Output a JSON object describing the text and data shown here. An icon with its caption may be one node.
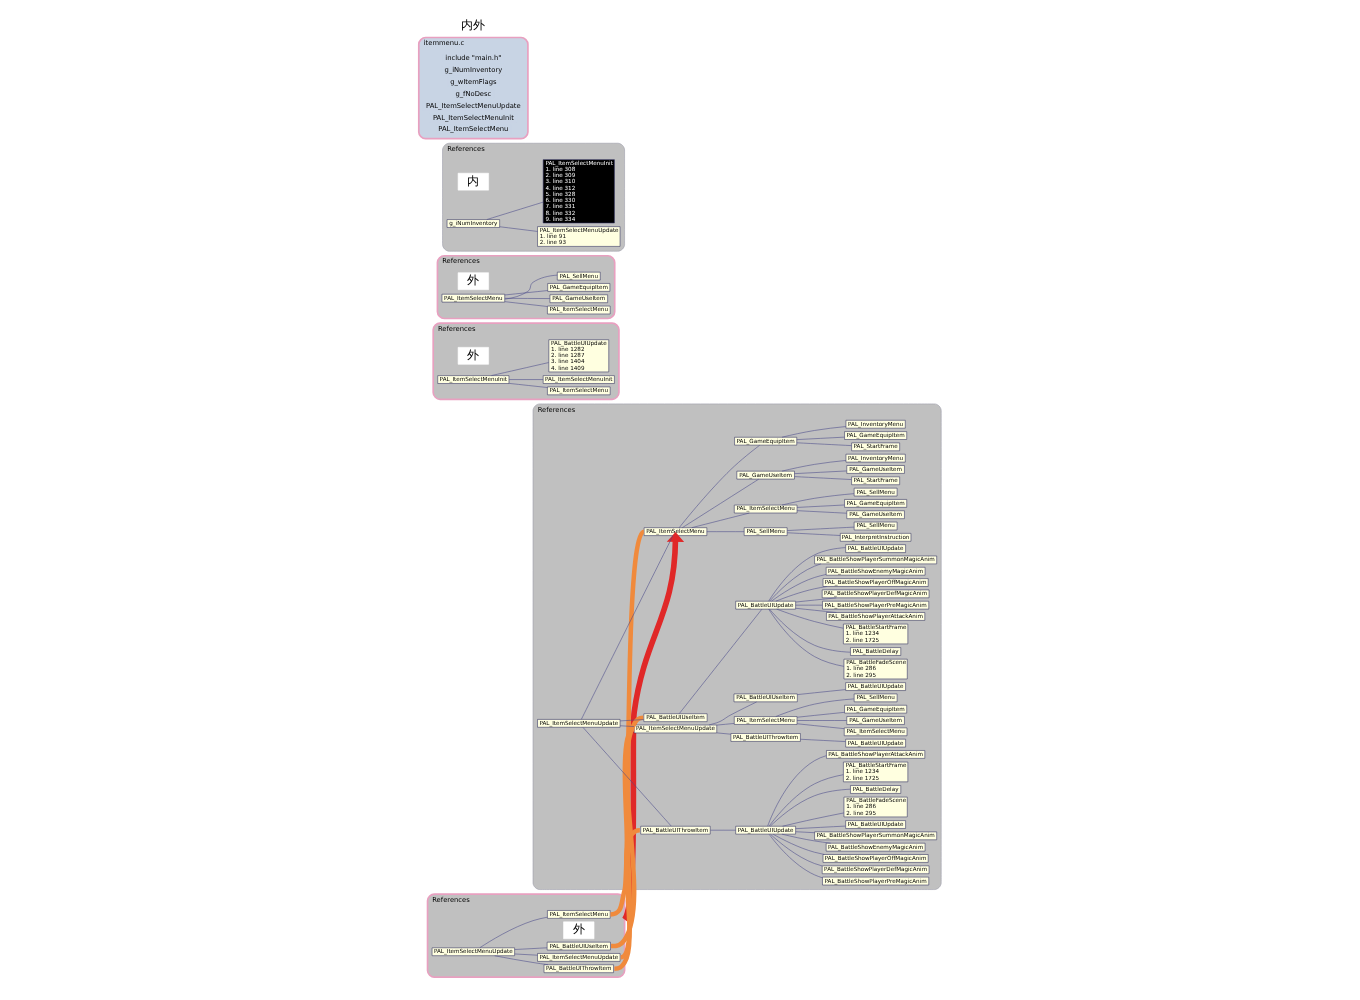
{
  "diagram": {
    "nodes": [
      {
        "text": [
          "References"
        ]
      },
      {
        "text": [
          "外"
        ],
        "in": 0
      },
      {
        "text": [
          "PAL_ItemSelectMenuUpdate"
        ],
        "in": 0
      },
      {
        "text": [
          "PAL_ItemSelectMenu"
        ],
        "in": 0
      },
      {
        "text": [
          "PAL_ItemSelectMenuUpdate"
        ],
        "in": 0
      },
      {
        "text": [
          "PAL_BattleUIUseItem"
        ],
        "in": 0
      },
      {
        "text": [
          "PAL_BattleUIThrowItem"
        ],
        "in": 0
      },
      {
        "text": [
          "References"
        ]
      },
      {
        "text": [
          "外"
        ],
        "in": 7
      },
      {
        "text": [
          "PAL_ItemSelectMenuInit"
        ],
        "in": 7
      },
      {
        "text": [
          "PAL_ItemSelectMenu"
        ],
        "in": 7
      },
      {
        "text": [
          "PAL_ItemSelectMenuInit"
        ],
        "in": 7
      },
      {
        "text": [
          "PAL_BattleUIUpdate",
          "1. line 1282",
          "2. line 1287",
          "3. line 1404",
          "4. line 1409"
        ],
        "in": 7
      },
      {
        "text": [
          "References"
        ]
      },
      {
        "text": [
          "外"
        ],
        "in": 13
      },
      {
        "text": [
          "PAL_ItemSelectMenu"
        ],
        "in": 13
      },
      {
        "text": [
          "PAL_ItemSelectMenu"
        ],
        "in": 13
      },
      {
        "text": [
          "PAL_GameUseItem"
        ],
        "in": 13
      },
      {
        "text": [
          "PAL_GameEquipItem"
        ],
        "in": 13
      },
      {
        "text": [
          "PAL_SellMenu"
        ],
        "in": 13
      },
      {
        "text": [
          "References"
        ]
      },
      {
        "text": [
          "内"
        ],
        "in": 20
      },
      {
        "text": [
          "g_iNumInventory"
        ],
        "in": 20
      },
      {
        "text": [
          "PAL_ItemSelectMenuUpdate",
          "1. line 91",
          "2. line 93"
        ],
        "in": 20
      },
      {
        "text": [
          "PAL_ItemSelectMenuInit",
          "1. line 308",
          "2. line 309",
          "3. line 310",
          "4. line 312",
          "5. line 328",
          "6. line 330",
          "7. line 331",
          "8. line 332",
          "9. line 334"
        ],
        "in": 20
      },
      {
        "text": [
          "References"
        ]
      },
      {
        "text": [
          "PAL_ItemSelectMenuUpdate"
        ],
        "in": 25
      },
      {
        "text": [
          "PAL_ItemSelectMenu"
        ],
        "in": 25
      },
      {
        "text": [
          "PAL_ItemSelectMenu"
        ],
        "in": 25
      },
      {
        "text": [
          "PAL_GameUseItem"
        ],
        "in": 25
      },
      {
        "text": [
          "PAL_GameEquipItem"
        ],
        "in": 25
      },
      {
        "text": [
          "PAL_SellMenu"
        ],
        "in": 25
      },
      {
        "text": [
          "PAL_GameUseItem"
        ],
        "in": 25
      },
      {
        "text": [
          "PAL_StartFrame"
        ],
        "in": 25
      },
      {
        "text": [
          "PAL_GameUseItem"
        ],
        "in": 25
      },
      {
        "text": [
          "PAL_InventoryMenu"
        ],
        "in": 25
      },
      {
        "text": [
          "PAL_GameEquipItem"
        ],
        "in": 25
      },
      {
        "text": [
          "PAL_StartFrame"
        ],
        "in": 25
      },
      {
        "text": [
          "PAL_GameEquipItem"
        ],
        "in": 25
      },
      {
        "text": [
          "PAL_InventoryMenu"
        ],
        "in": 25
      },
      {
        "text": [
          "PAL_SellMenu"
        ],
        "in": 25
      },
      {
        "text": [
          "PAL_InterpretInstruction"
        ],
        "in": 25
      },
      {
        "text": [
          "PAL_SellMenu"
        ],
        "in": 25
      },
      {
        "text": [
          "PAL_ItemSelectMenuUpdate"
        ],
        "in": 25
      },
      {
        "text": [
          "PAL_ItemSelectMenu"
        ],
        "in": 25
      },
      {
        "text": [
          "PAL_ItemSelectMenu"
        ],
        "in": 25
      },
      {
        "text": [
          "PAL_GameUseItem"
        ],
        "in": 25
      },
      {
        "text": [
          "PAL_GameEquipItem"
        ],
        "in": 25
      },
      {
        "text": [
          "PAL_SellMenu"
        ],
        "in": 25
      },
      {
        "text": [
          "PAL_BattleUIUseItem"
        ],
        "in": 25
      },
      {
        "text": [
          "PAL_BattleUIUpdate"
        ],
        "in": 25
      },
      {
        "text": [
          "PAL_BattleUIThrowItem"
        ],
        "in": 25
      },
      {
        "text": [
          "PAL_BattleUIUpdate"
        ],
        "in": 25
      },
      {
        "text": [
          "PAL_BattleUIUseItem"
        ],
        "in": 25
      },
      {
        "text": [
          "PAL_BattleUIUpdate"
        ],
        "in": 25
      },
      {
        "text": [
          "PAL_BattleFadeScene",
          "1. line 286",
          "2. line 295"
        ],
        "in": 25
      },
      {
        "text": [
          "PAL_BattleDelay"
        ],
        "in": 25
      },
      {
        "text": [
          "PAL_BattleStartFrame",
          "1. line 1234",
          "2. line 1725"
        ],
        "in": 25
      },
      {
        "text": [
          "PAL_BattleShowPlayerAttackAnim"
        ],
        "in": 25
      },
      {
        "text": [
          "PAL_BattleShowPlayerPreMagicAnim"
        ],
        "in": 25
      },
      {
        "text": [
          "PAL_BattleShowPlayerDefMagicAnim"
        ],
        "in": 25
      },
      {
        "text": [
          "PAL_BattleShowPlayerOffMagicAnim"
        ],
        "in": 25
      },
      {
        "text": [
          "PAL_BattleShowEnemyMagicAnim"
        ],
        "in": 25
      },
      {
        "text": [
          "PAL_BattleShowPlayerSummonMagicAnim"
        ],
        "in": 25
      },
      {
        "text": [
          "PAL_BattleUIUpdate"
        ],
        "in": 25
      },
      {
        "text": [
          "PAL_BattleUIThrowItem"
        ],
        "in": 25
      },
      {
        "text": [
          "PAL_BattleUIUpdate"
        ],
        "in": 25
      },
      {
        "text": [
          "PAL_BattleFadeScene",
          "1. line 286",
          "2. line 295"
        ],
        "in": 25
      },
      {
        "text": [
          "PAL_BattleDelay"
        ],
        "in": 25
      },
      {
        "text": [
          "PAL_BattleStartFrame",
          "1. line 1234",
          "2. line 1725"
        ],
        "in": 25
      },
      {
        "text": [
          "PAL_BattleShowPlayerAttackAnim"
        ],
        "in": 25
      },
      {
        "text": [
          "PAL_BattleShowPlayerPreMagicAnim"
        ],
        "in": 25
      },
      {
        "text": [
          "PAL_BattleShowPlayerDefMagicAnim"
        ],
        "in": 25
      },
      {
        "text": [
          "PAL_BattleShowPlayerOffMagicAnim"
        ],
        "in": 25
      },
      {
        "text": [
          "PAL_BattleShowEnemyMagicAnim"
        ],
        "in": 25
      },
      {
        "text": [
          "PAL_BattleShowPlayerSummonMagicAnim"
        ],
        "in": 25
      },
      {
        "text": [
          "PAL_BattleUIUpdate"
        ],
        "in": 25
      },
      {
        "text": [
          "itemmenu.c"
        ]
      },
      {
        "text": [
          "include \"main.h\""
        ],
        "in": 77
      },
      {
        "text": [
          "g_iNumInventory"
        ],
        "in": 77
      },
      {
        "text": [
          "g_wItemFlags"
        ],
        "in": 77
      },
      {
        "text": [
          "g_fNoDesc"
        ],
        "in": 77
      },
      {
        "text": [
          "PAL_ItemSelectMenuUpdate"
        ],
        "in": 77
      },
      {
        "text": [
          "PAL_ItemSelectMenuInit"
        ],
        "in": 77
      },
      {
        "text": [
          "PAL_ItemSelectMenu"
        ],
        "in": 77
      }
    ],
    "edges": [
      {
        "from": 2,
        "to": 3,
        "arrow": "none"
      },
      {
        "from": 2,
        "to": 4,
        "arrow": "none"
      },
      {
        "from": 2,
        "to": 5,
        "arrow": "none"
      },
      {
        "from": 2,
        "to": 6,
        "arrow": "none"
      },
      {
        "from": 9,
        "to": 10,
        "arrow": "none"
      },
      {
        "from": 9,
        "to": 11,
        "arrow": "none"
      },
      {
        "from": 9,
        "to": 12,
        "arrow": "none"
      },
      {
        "from": 15,
        "to": 16,
        "arrow": "none"
      },
      {
        "from": 15,
        "to": 17,
        "arrow": "none"
      },
      {
        "from": 15,
        "to": 18,
        "arrow": "none"
      },
      {
        "from": 15,
        "to": 19,
        "arrow": "none"
      },
      {
        "from": 22,
        "to": 23,
        "arrow": "none"
      },
      {
        "from": 22,
        "to": 24,
        "arrow": "none"
      },
      {
        "from": 26,
        "to": 27,
        "arrow": "none"
      },
      {
        "from": 26,
        "to": 43,
        "arrow": "none"
      },
      {
        "from": 26,
        "to": 53,
        "arrow": "none"
      },
      {
        "from": 26,
        "to": 65,
        "arrow": "none"
      },
      {
        "from": 27,
        "to": 28,
        "arrow": "none"
      },
      {
        "from": 27,
        "to": 32,
        "arrow": "none"
      },
      {
        "from": 27,
        "to": 36,
        "arrow": "none"
      },
      {
        "from": 27,
        "to": 40,
        "arrow": "none"
      },
      {
        "from": 28,
        "to": 29,
        "arrow": "none"
      },
      {
        "from": 28,
        "to": 30,
        "arrow": "none"
      },
      {
        "from": 28,
        "to": 31,
        "arrow": "none"
      },
      {
        "from": 32,
        "to": 33,
        "arrow": "none"
      },
      {
        "from": 32,
        "to": 34,
        "arrow": "none"
      },
      {
        "from": 32,
        "to": 35,
        "arrow": "none"
      },
      {
        "from": 36,
        "to": 37,
        "arrow": "none"
      },
      {
        "from": 36,
        "to": 38,
        "arrow": "none"
      },
      {
        "from": 36,
        "to": 39,
        "arrow": "none"
      },
      {
        "from": 40,
        "to": 41,
        "arrow": "none"
      },
      {
        "from": 40,
        "to": 42,
        "arrow": "none"
      },
      {
        "from": 43,
        "to": 44,
        "arrow": "none"
      },
      {
        "from": 43,
        "to": 49,
        "arrow": "none"
      },
      {
        "from": 43,
        "to": 51,
        "arrow": "none"
      },
      {
        "from": 44,
        "to": 45,
        "arrow": "none"
      },
      {
        "from": 44,
        "to": 46,
        "arrow": "none"
      },
      {
        "from": 44,
        "to": 47,
        "arrow": "none"
      },
      {
        "from": 44,
        "to": 48,
        "arrow": "none"
      },
      {
        "from": 49,
        "to": 50,
        "arrow": "none"
      },
      {
        "from": 51,
        "to": 52,
        "arrow": "none"
      },
      {
        "from": 53,
        "to": 54,
        "arrow": "none"
      },
      {
        "from": 54,
        "to": 55,
        "arrow": "none"
      },
      {
        "from": 54,
        "to": 56,
        "arrow": "none"
      },
      {
        "from": 54,
        "to": 57,
        "arrow": "none"
      },
      {
        "from": 54,
        "to": 58,
        "arrow": "none"
      },
      {
        "from": 54,
        "to": 59,
        "arrow": "none"
      },
      {
        "from": 54,
        "to": 60,
        "arrow": "none"
      },
      {
        "from": 54,
        "to": 61,
        "arrow": "none"
      },
      {
        "from": 54,
        "to": 62,
        "arrow": "none"
      },
      {
        "from": 54,
        "to": 63,
        "arrow": "none"
      },
      {
        "from": 54,
        "to": 64,
        "arrow": "none"
      },
      {
        "from": 65,
        "to": 66,
        "arrow": "none"
      },
      {
        "from": 66,
        "to": 67,
        "arrow": "none"
      },
      {
        "from": 66,
        "to": 68,
        "arrow": "none"
      },
      {
        "from": 66,
        "to": 69,
        "arrow": "none"
      },
      {
        "from": 66,
        "to": 70,
        "arrow": "none"
      },
      {
        "from": 66,
        "to": 71,
        "arrow": "none"
      },
      {
        "from": 66,
        "to": 72,
        "arrow": "none"
      },
      {
        "from": 66,
        "to": 73,
        "arrow": "none"
      },
      {
        "from": 66,
        "to": 74,
        "arrow": "none"
      },
      {
        "from": 66,
        "to": 75,
        "arrow": "none"
      },
      {
        "from": 66,
        "to": 76,
        "arrow": "none"
      },
      {
        "from": 3,
        "to": 27,
        "arrow": "none",
        "style": "thick",
        "color": "#f08a3c"
      },
      {
        "from": 4,
        "to": 43,
        "arrow": "none",
        "style": "thick",
        "color": "#f08a3c"
      },
      {
        "from": 5,
        "to": 53,
        "arrow": "none",
        "style": "thick",
        "color": "#f08a3c"
      },
      {
        "from": 6,
        "to": 65,
        "arrow": "none",
        "style": "thick",
        "color": "#f08a3c"
      },
      {
        "from": 0,
        "to": 27,
        "arrow": "to",
        "style": "thick",
        "color": "#e02828"
      }
    ],
    "labels": [
      "内外"
    ]
  }
}
